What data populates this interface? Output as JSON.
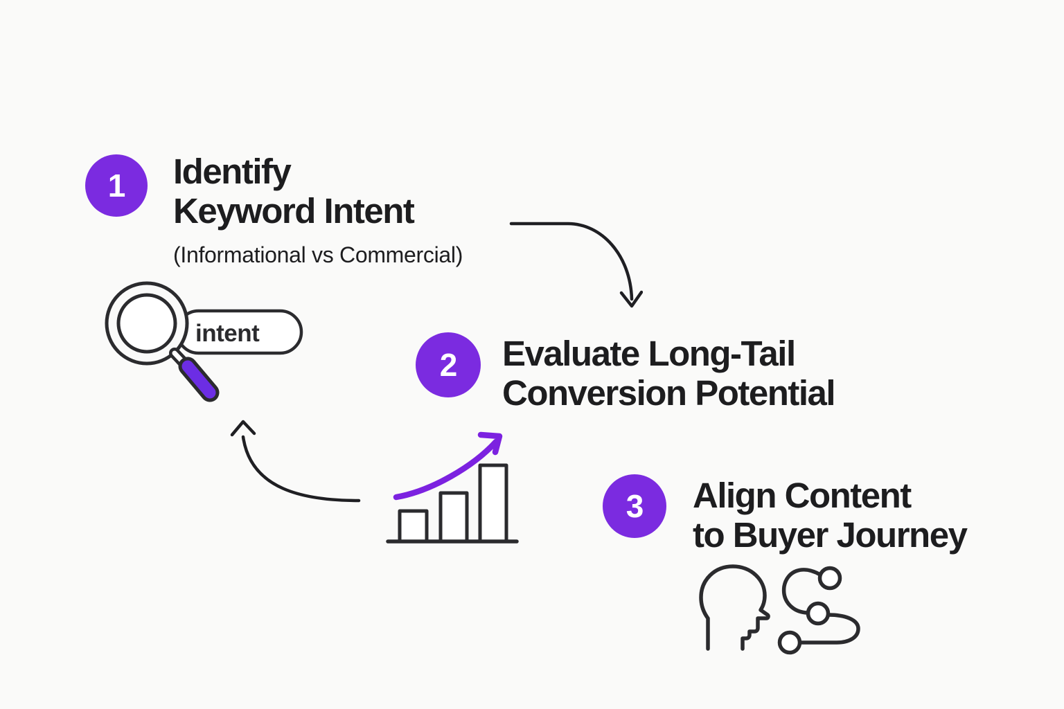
{
  "page": {
    "background_color": "#fafaf9",
    "kind": "3-step keyword strategy infographic"
  },
  "palette": {
    "accent_purple": "#7b2be0",
    "magnifier_handle_purple": "#6c2de4",
    "trend_arrow_purple": "#7c22e0",
    "text_ink": "#1d1d1f",
    "icon_stroke": "#2b2b2e",
    "badge_number_color": "#ffffff"
  },
  "steps": [
    {
      "number": "1",
      "title_line1": "Identify",
      "title_line2": "Keyword Intent",
      "subtitle": "(Informational vs Commercial)",
      "icon": "magnifier-search-icon"
    },
    {
      "number": "2",
      "title_line1": "Evaluate Long-Tail",
      "title_line2": "Conversion Potential",
      "icon": "growth-bar-chart-icon"
    },
    {
      "number": "3",
      "title_line1": "Align Content",
      "title_line2": "to Buyer Journey",
      "icon": "head-profile-and-journey-path-icons"
    }
  ],
  "search_pill": {
    "query": "intent"
  },
  "connectors": [
    {
      "name": "curved-arrow-step1-to-step2",
      "direction": "right-then-down"
    },
    {
      "name": "curved-arrow-chart-to-magnifier",
      "direction": "left-then-up"
    }
  ]
}
